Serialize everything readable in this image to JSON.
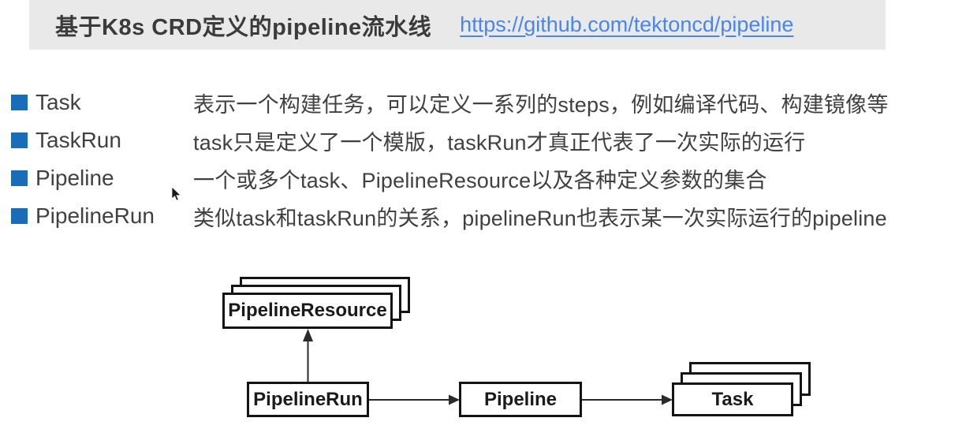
{
  "header": {
    "title": "基于K8s CRD定义的pipeline流水线",
    "link_text": "https://github.com/tektoncd/pipeline"
  },
  "concepts": [
    {
      "term": "Task",
      "description": "表示一个构建任务，可以定义一系列的steps，例如编译代码、构建镜像等"
    },
    {
      "term": "TaskRun",
      "description": "task只是定义了一个模版，taskRun才真正代表了一次实际的运行"
    },
    {
      "term": "Pipeline",
      "description": "一个或多个task、PipelineResource以及各种定义参数的集合"
    },
    {
      "term": "PipelineRun",
      "description": "类似task和taskRun的关系，pipelineRun也表示某一次实际运行的pipeline"
    }
  ],
  "diagram": {
    "nodes": [
      {
        "id": "pipeline-resource",
        "label": "PipelineResource",
        "stacked": true
      },
      {
        "id": "pipeline-run",
        "label": "PipelineRun",
        "stacked": false
      },
      {
        "id": "pipeline",
        "label": "Pipeline",
        "stacked": false
      },
      {
        "id": "task",
        "label": "Task",
        "stacked": true
      }
    ],
    "edges": [
      {
        "from": "pipeline-run",
        "to": "pipeline-resource",
        "direction": "up"
      },
      {
        "from": "pipeline-run",
        "to": "pipeline",
        "direction": "right"
      },
      {
        "from": "pipeline",
        "to": "task",
        "direction": "right"
      }
    ]
  },
  "colors": {
    "header_bg": "#e9e9e9",
    "bullet_blue": "#1b6cb8",
    "link_blue": "#4a86e8",
    "text_gray": "#404040",
    "diagram_line": "#2a2a2a"
  }
}
